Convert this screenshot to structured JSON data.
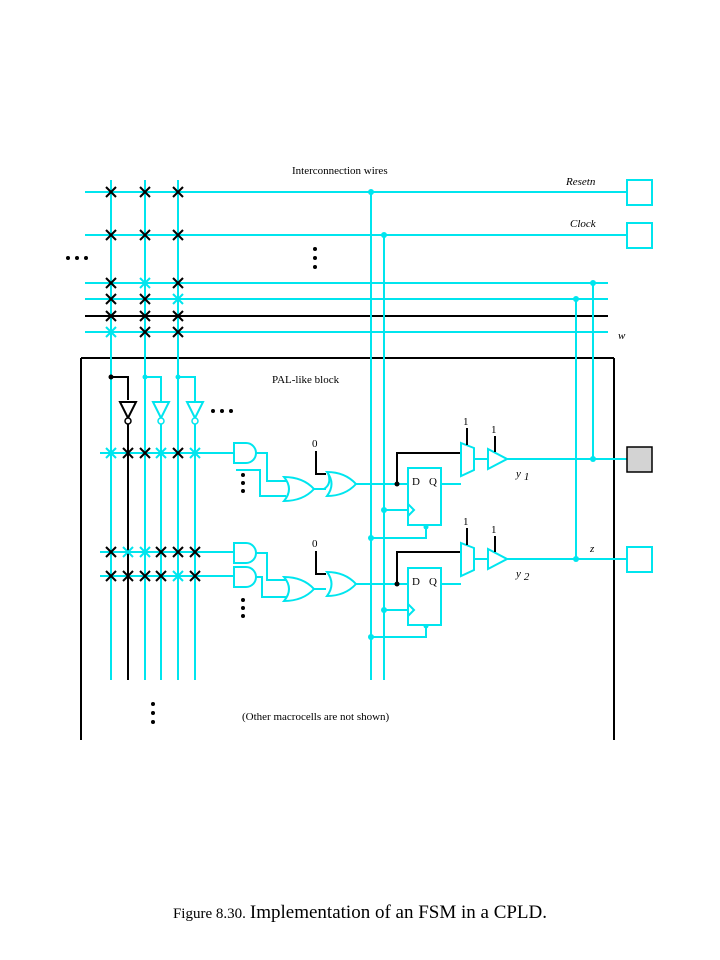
{
  "labels": {
    "interconnection_wires": "Interconnection wires",
    "resetn": "Resetn",
    "clock": "Clock",
    "w": "w",
    "pal_block": "PAL-like block",
    "other_macrocells": "(Other macrocells are not shown)",
    "ff_d": "D",
    "ff_q": "Q",
    "mux_select_const": "0",
    "output_enable_const": "1",
    "y": "y",
    "y1_sub": "1",
    "y2_sub": "2",
    "z": "z"
  },
  "caption": {
    "figure": "Figure 8.30.",
    "text": "Implementation of an FSM in a CPLD."
  },
  "colors": {
    "wire": "#00e5ee",
    "pin_fill": "#00e5ee",
    "pin_unused_fill": "#d3d3d3",
    "marks": "#000000"
  }
}
